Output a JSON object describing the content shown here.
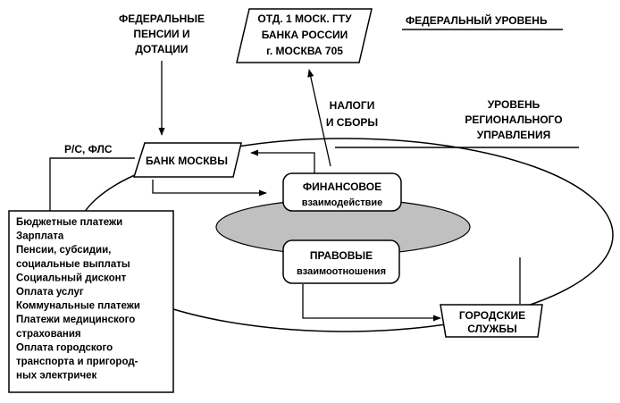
{
  "federal": {
    "pensions_label": [
      "ФЕДЕРАЛЬНЫЕ",
      "ПЕНСИИ И",
      "ДОТАЦИИ"
    ],
    "gtu_box": [
      "ОТД. 1 МОСК. ГТУ",
      "БАНКА РОССИИ",
      "г. МОСКВА 705"
    ],
    "level_label": "ФЕДЕРАЛЬНЫЙ УРОВЕНЬ"
  },
  "regional": {
    "level_label": [
      "УРОВЕНЬ",
      "РЕГИОНАЛЬНОГО",
      "УПРАВЛЕНИЯ"
    ],
    "taxes_label": [
      "НАЛОГИ",
      "И СБОРЫ"
    ]
  },
  "accounts_label": "Р/С, ФЛС",
  "bank_box": "БАНК МОСКВЫ",
  "financial_box": [
    "ФИНАНСОВОЕ",
    "взаимодействие"
  ],
  "legal_box": [
    "ПРАВОВЫЕ",
    "взаимоотношения"
  ],
  "city_box": [
    "ГОРОДСКИЕ",
    "СЛУЖБЫ"
  ],
  "payments_list": [
    "Бюджетные платежи",
    "Зарплата",
    "Пенсии, субсидии,",
    "социальные выплаты",
    "Социальный дисконт",
    "Оплата услуг",
    "Коммунальные платежи",
    "Платежи медицинского",
    "страхования",
    "Оплата городского",
    "транспорта и пригород-",
    "ных электричек"
  ]
}
